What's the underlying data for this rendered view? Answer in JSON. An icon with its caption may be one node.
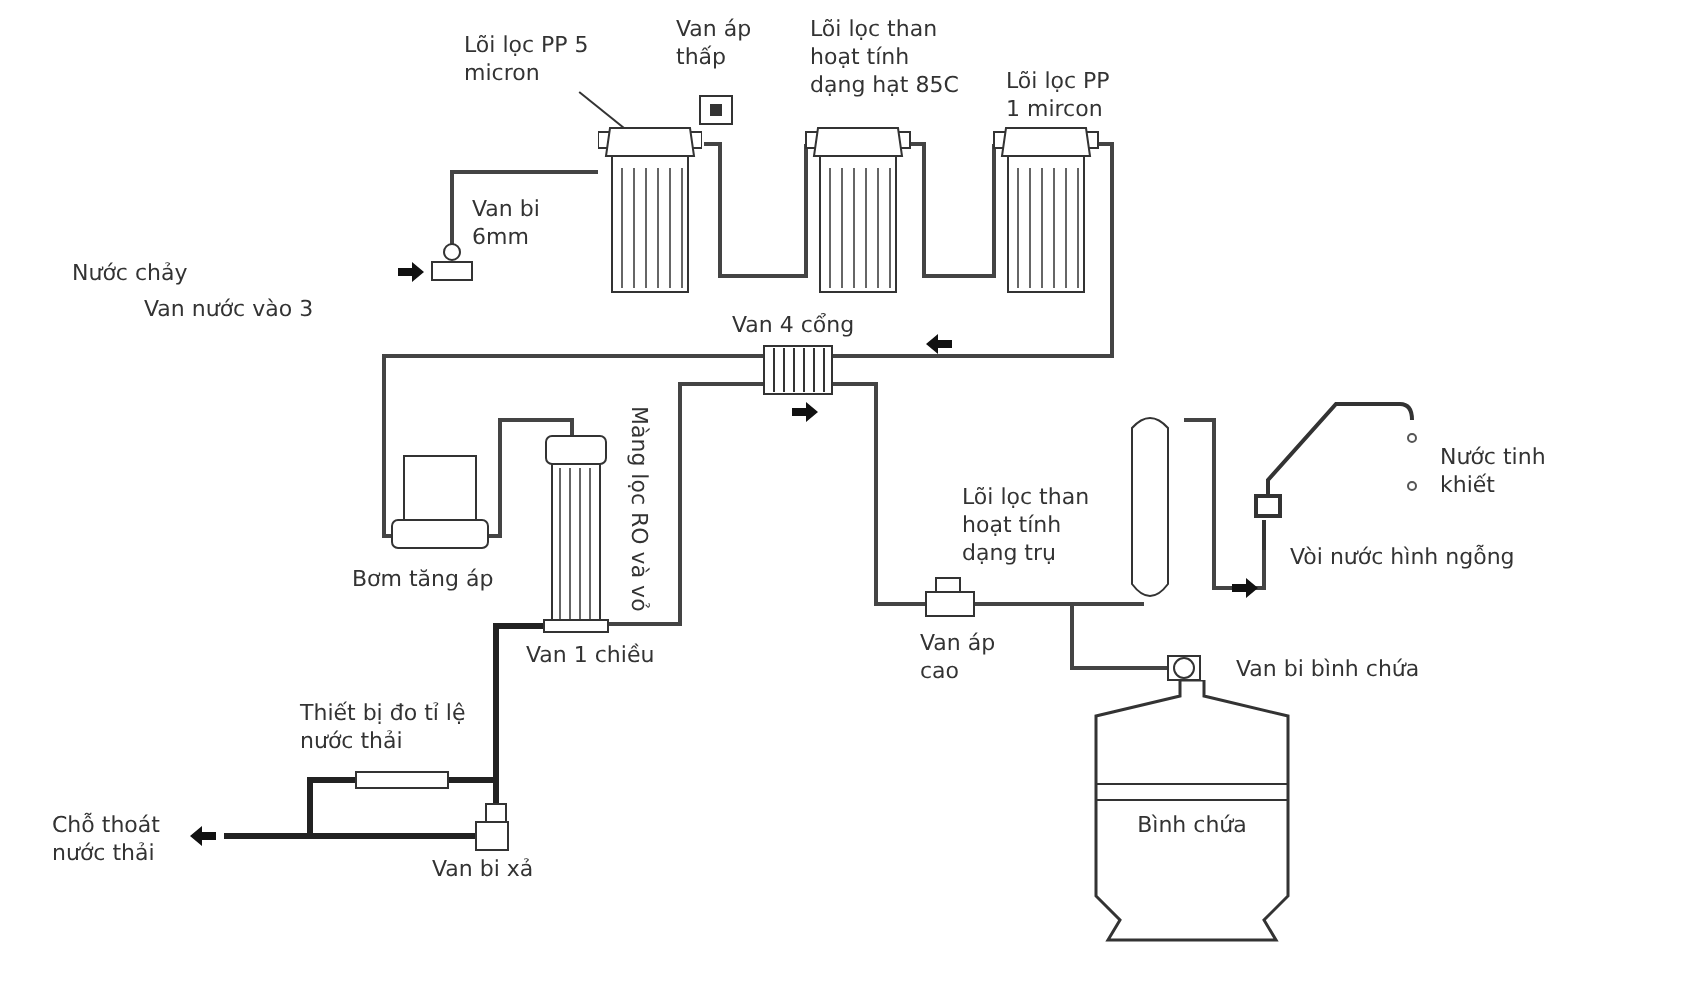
{
  "diagram": {
    "nodes": [
      {
        "text": [
          "Lõi lọc PP 5 micron"
        ]
      },
      {
        "text": [],
        "shape": "picture"
      },
      {
        "text": [
          "Bình chứa"
        ]
      }
    ],
    "edges": [
      {
        "from": 0,
        "to": 1,
        "arrow": "none"
      }
    ],
    "labels": [
      "Van áp thấp",
      "Lõi lọc than hoạt tính dạng hạt 85C",
      "Lõi lọc PP 1 mircon",
      "Van bi 6mm",
      "Nước chảy",
      "Van nước vào 3",
      "Van 4 cổng",
      "Màng lọc RO và vỏ",
      "Bơm tăng áp",
      "Van 1 chiều",
      "Lõi lọc than hoạt tính dạng trụ",
      "Nước tinh khiết",
      "Vòi nước hình ngỗng",
      "Van áp cao",
      "Van bi bình chứa",
      "Thiết bị đo tỉ lệ nước thải",
      "Chỗ thoát nước thải",
      "Van bi xả"
    ]
  }
}
